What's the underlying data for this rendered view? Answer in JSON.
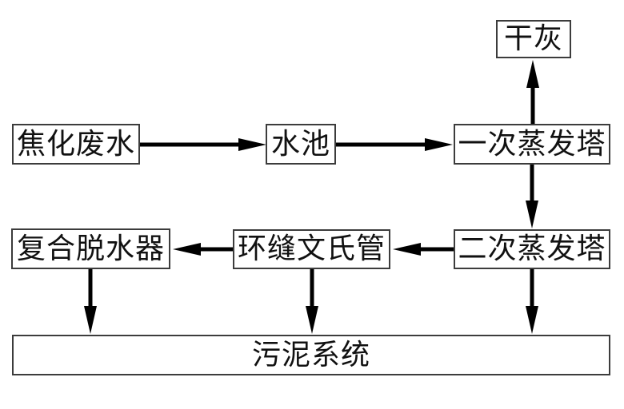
{
  "diagram": {
    "title_implicit": "",
    "nodes": {
      "dry_ash": {
        "label": "干灰"
      },
      "coking_wastewater": {
        "label": "焦化废水"
      },
      "water_pool": {
        "label": "水池"
      },
      "primary_evaporation_tower": {
        "label": "一次蒸发塔"
      },
      "composite_dehydrator": {
        "label": "复合脱水器"
      },
      "annular_venturi_tube": {
        "label": "环缝文氏管"
      },
      "secondary_evaporation_tower": {
        "label": "二次蒸发塔"
      },
      "sludge_system": {
        "label": "污泥系统"
      }
    },
    "edges": [
      {
        "from": "coking_wastewater",
        "to": "water_pool"
      },
      {
        "from": "water_pool",
        "to": "primary_evaporation_tower"
      },
      {
        "from": "primary_evaporation_tower",
        "to": "dry_ash"
      },
      {
        "from": "primary_evaporation_tower",
        "to": "secondary_evaporation_tower"
      },
      {
        "from": "secondary_evaporation_tower",
        "to": "annular_venturi_tube"
      },
      {
        "from": "annular_venturi_tube",
        "to": "composite_dehydrator"
      },
      {
        "from": "composite_dehydrator",
        "to": "sludge_system"
      },
      {
        "from": "annular_venturi_tube",
        "to": "sludge_system"
      },
      {
        "from": "secondary_evaporation_tower",
        "to": "sludge_system"
      }
    ],
    "colors": {
      "background": "#ffffff",
      "box_border": "#3c3c3c",
      "arrow": "#000000",
      "text": "#111111"
    }
  }
}
